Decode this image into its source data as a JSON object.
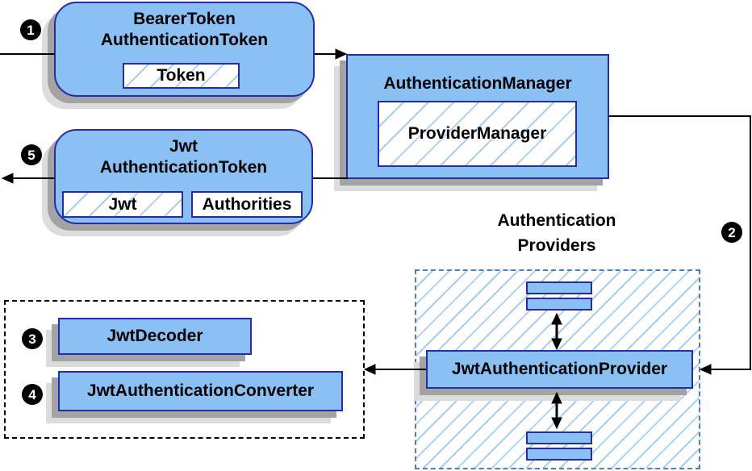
{
  "diagram_title": "JWT authentication architecture flow",
  "colors": {
    "node_fill": "#8AC0F4",
    "node_border": "#262CA8",
    "hatch_line": "#AACEF0",
    "providers_dash_border": "#4B7EBE",
    "decoder_dash_border": "#000000",
    "connector": "#000000",
    "shadow_dark": "#A3A3A3",
    "shadow_light": "#DCDCDC",
    "badge_bg": "#000000",
    "badge_text": "#FFFFFF"
  },
  "badges": {
    "step1": "1",
    "step2": "2",
    "step3": "3",
    "step4": "4",
    "step5": "5"
  },
  "nodes": {
    "bearer_token": {
      "title_lines": [
        "BearerToken",
        "AuthenticationToken"
      ],
      "field": "Token"
    },
    "authentication_manager": {
      "title": "AuthenticationManager",
      "field": "ProviderManager"
    },
    "jwt_authentication_token": {
      "title_lines": [
        "Jwt",
        "AuthenticationToken"
      ],
      "fields": [
        "Jwt",
        "Authorities"
      ]
    },
    "providers_group": {
      "label_lines": [
        "Authentication",
        "Providers"
      ]
    },
    "jwt_authentication_provider": {
      "label": "JwtAuthenticationProvider"
    },
    "jwt_decoder": {
      "label": "JwtDecoder"
    },
    "jwt_authentication_converter": {
      "label": "JwtAuthenticationConverter"
    }
  }
}
